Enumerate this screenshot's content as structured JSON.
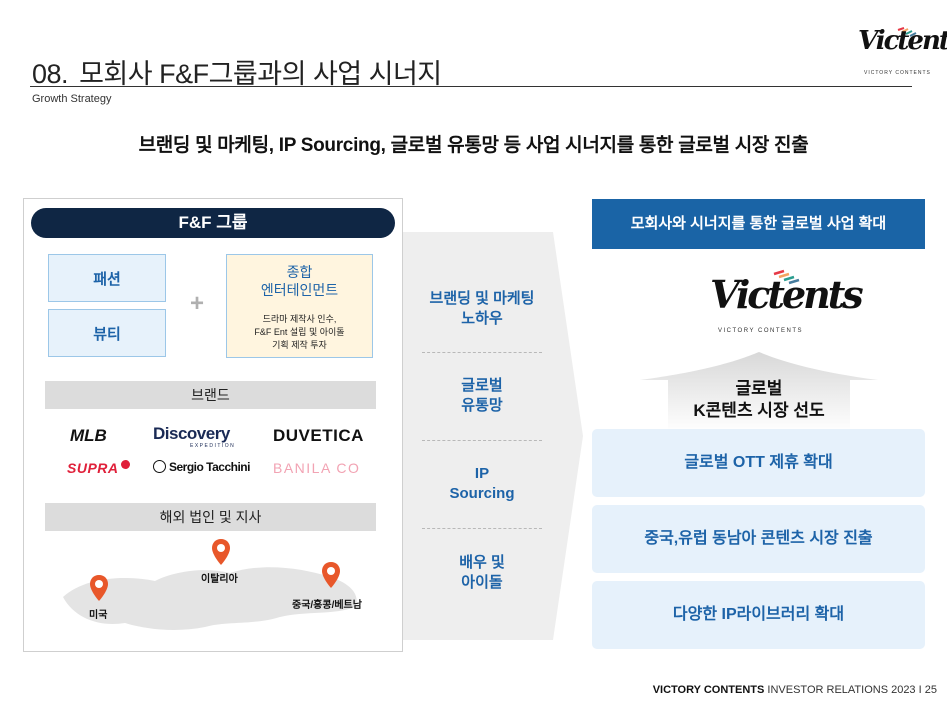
{
  "header": {
    "section_number": "08.",
    "title": "모회사 F&F그룹과의 사업 시너지",
    "subtitle": "Growth Strategy",
    "logo_wordmark": "Victents",
    "logo_tagline": "VICTORY CONTENTS"
  },
  "headline": "브랜딩 및 마케팅, IP Sourcing, 글로벌 유통망 등 사업 시너지를 통한 글로벌 시장 진출",
  "left": {
    "group_title": "F&F 그룹",
    "tiles": [
      "패션",
      "뷰티"
    ],
    "plus": "+",
    "entertainment": {
      "title_line1": "종합",
      "title_line2": "엔터테인먼트",
      "desc_line1": "드라마 제작사 인수,",
      "desc_line2": "F&F Ent 설립 및 아이돌",
      "desc_line3": "기획 제작 투자"
    },
    "brands_title": "브랜드",
    "brands": {
      "mlb": "MLB",
      "discovery": "Discovery",
      "discovery_sub": "EXPEDITION",
      "duvetica": "DUVETICA",
      "supra": "SUPRA",
      "sergio": "Sergio Tacchini",
      "banila": "BANILA CO"
    },
    "overseas_title": "해외 법인 및 지사",
    "locations": [
      "미국",
      "이탈리아",
      "중국/홍콩/베트남"
    ]
  },
  "middle": {
    "items": [
      {
        "line1": "브랜딩 및 마케팅",
        "line2": "노하우"
      },
      {
        "line1": "글로벌",
        "line2": "유통망"
      },
      {
        "line1": "IP",
        "line2": "Sourcing"
      },
      {
        "line1": "배우 및",
        "line2": "아이돌"
      }
    ]
  },
  "right": {
    "header": "모회사와 시너지를 통한 글로벌 사업 확대",
    "logo_wordmark": "Victents",
    "logo_tagline": "VICTORY CONTENTS",
    "lead_line1": "글로벌",
    "lead_line2": "K콘텐츠 시장 선도",
    "boxes": [
      "글로벌 OTT 제휴 확대",
      "중국,유럽 동남아 콘텐츠 시장 진출",
      "다양한 IP라이브러리 확대"
    ]
  },
  "footer": {
    "brand": "VICTORY CONTENTS",
    "text": "INVESTOR RELATIONS 2023",
    "separator": "I",
    "page": "25"
  },
  "colors": {
    "navy": "#0f2644",
    "accent_blue": "#1a64a6",
    "text_blue": "#1d63a8",
    "light_blue": "#e6f1fb",
    "cream": "#fff5df",
    "pin_orange": "#e8572a"
  }
}
